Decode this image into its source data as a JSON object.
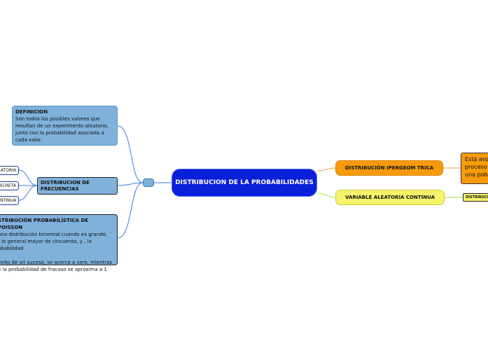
{
  "map": {
    "central": "DISTRIBUCION DE LA PROBABILIDADES",
    "left": {
      "definicion": {
        "title": "DEFINICION",
        "body": "Son todos los posibles valores que\nresultan de un experimento aleatorio,\njunto con la probabilidad asociada a\ncada valor."
      },
      "frecuencias": {
        "title": "DISTRIBUCION DE\nFRECUENCIAS",
        "children": [
          "ATORIA",
          "SCRETA",
          "NTINUA"
        ]
      },
      "poisson": {
        "title": "STRIBUCIÓN PROBABILÍSTICA DE POISSON",
        "body": "  una distribución binomial cuando es grande,\nr lo general mayor de cincuenta, y , la\nobabilidad\n\n éxito de un suceso, se acerca a cero, mientras\ne la probabilidad de fracaso se aproxima a 1"
      }
    },
    "right": {
      "hipergeometrica": {
        "title": "DISTRIBUCIÓN IPERGEOM TRICA",
        "child": "Está aso\nproceso\nuna pob"
      },
      "variable_continua": {
        "title": "VARIABLE ALEATORIA CONTINUA",
        "child": "DISTRIBUCIÓ"
      }
    }
  },
  "colors": {
    "central": "#0a1fd8",
    "blue_branch": "#7fb1da",
    "orange_branch": "#f79a0b",
    "yellow_branch": "#f6f46a",
    "line_blue": "#3a7be0",
    "line_orange": "#f5a030",
    "line_green": "#9be03a"
  }
}
